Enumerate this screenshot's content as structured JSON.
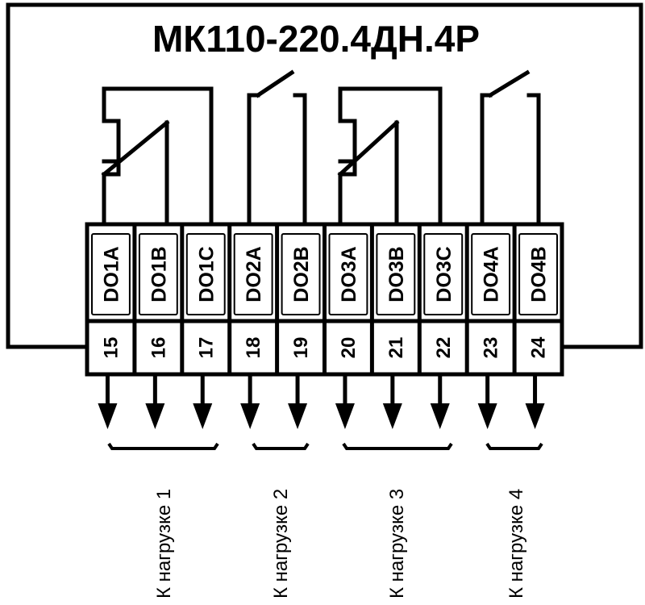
{
  "title": "МК110-220.4ДН.4Р",
  "terminals": [
    {
      "label": "DO1A",
      "number": "15"
    },
    {
      "label": "DO1B",
      "number": "16"
    },
    {
      "label": "DO1C",
      "number": "17"
    },
    {
      "label": "DO2A",
      "number": "18"
    },
    {
      "label": "DO2B",
      "number": "19"
    },
    {
      "label": "DO3A",
      "number": "20"
    },
    {
      "label": "DO3B",
      "number": "21"
    },
    {
      "label": "DO3C",
      "number": "22"
    },
    {
      "label": "DO4A",
      "number": "23"
    },
    {
      "label": "DO4B",
      "number": "24"
    }
  ],
  "loads": [
    {
      "label": "К нагрузке 1"
    },
    {
      "label": "К нагрузке 2"
    },
    {
      "label": "К нагрузке 3"
    },
    {
      "label": "К нагрузке 4"
    }
  ]
}
